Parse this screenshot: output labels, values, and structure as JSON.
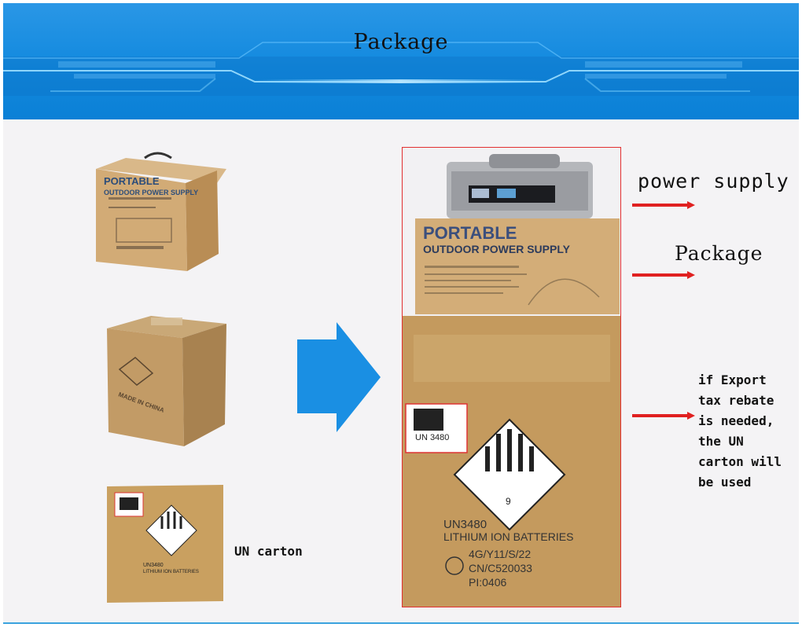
{
  "banner": {
    "title": "Package"
  },
  "left_column": {
    "top_box": {
      "brand_line1": "PORTABLE",
      "brand_line2": "OUTDOOR POWER SUPPLY"
    },
    "middle_box": {
      "stamp": "MADE IN CHINA"
    },
    "un_box": {
      "label": "UN carton",
      "un_code": "UN3480",
      "line2": "LITHIUM ION BATTERIES"
    }
  },
  "photo": {
    "brand_line1": "PORTABLE",
    "brand_line2": "OUTDOOR POWER SUPPLY",
    "un_badge": "UN 3480",
    "class_number": "9",
    "un_code": "UN3480",
    "un_desc": "LITHIUM ION BATTERIES",
    "cert_line1": "4G/Y11/S/22",
    "cert_line2": "CN/C520033",
    "cert_line3": "PI:0406"
  },
  "callouts": {
    "power_supply": "power supply",
    "package": "Package",
    "un_note": "if Export\ntax rebate\nis needed,\nthe UN\ncarton will\nbe used"
  },
  "colors": {
    "banner": "#1289de",
    "arrow_blue": "#1a8fe3",
    "arrow_red": "#e02020",
    "frame_red": "#e23030",
    "cardboard": "#c9a36c"
  }
}
